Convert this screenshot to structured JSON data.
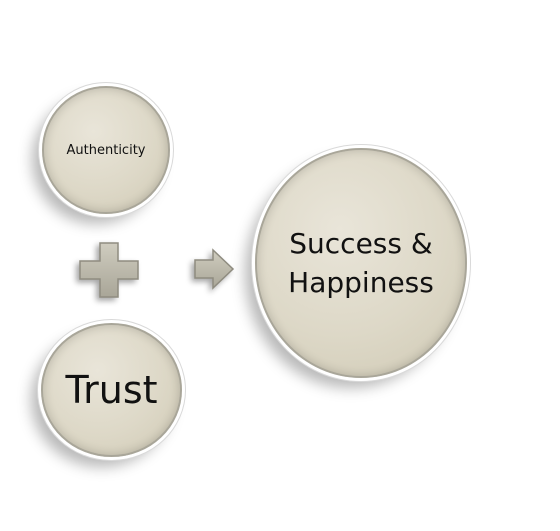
{
  "diagram": {
    "nodes": {
      "authenticity": {
        "label": "Authenticity"
      },
      "trust": {
        "label": "Trust"
      },
      "success": {
        "line1": "Success &",
        "line2": "Happiness"
      }
    },
    "connectors": {
      "plus": "plus-icon",
      "arrow": "arrow-right-icon"
    },
    "colors": {
      "circle_fill": "#ddd8c7",
      "circle_border": "#a9a699",
      "shape_fill": "#b9b6a8",
      "text": "#111111"
    }
  }
}
